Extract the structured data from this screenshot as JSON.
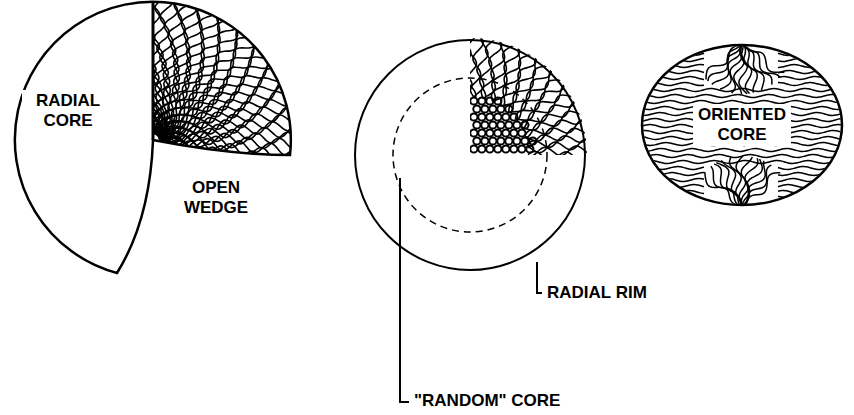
{
  "diagram": {
    "nodes": [
      {
        "text": [
          "RADIAL CORE"
        ]
      },
      {
        "text": [
          "ORIENTED CORE"
        ]
      }
    ],
    "labels": [
      "OPEN WEDGE",
      "RADIAL RIM",
      "\"RANDOM\" CORE"
    ]
  }
}
